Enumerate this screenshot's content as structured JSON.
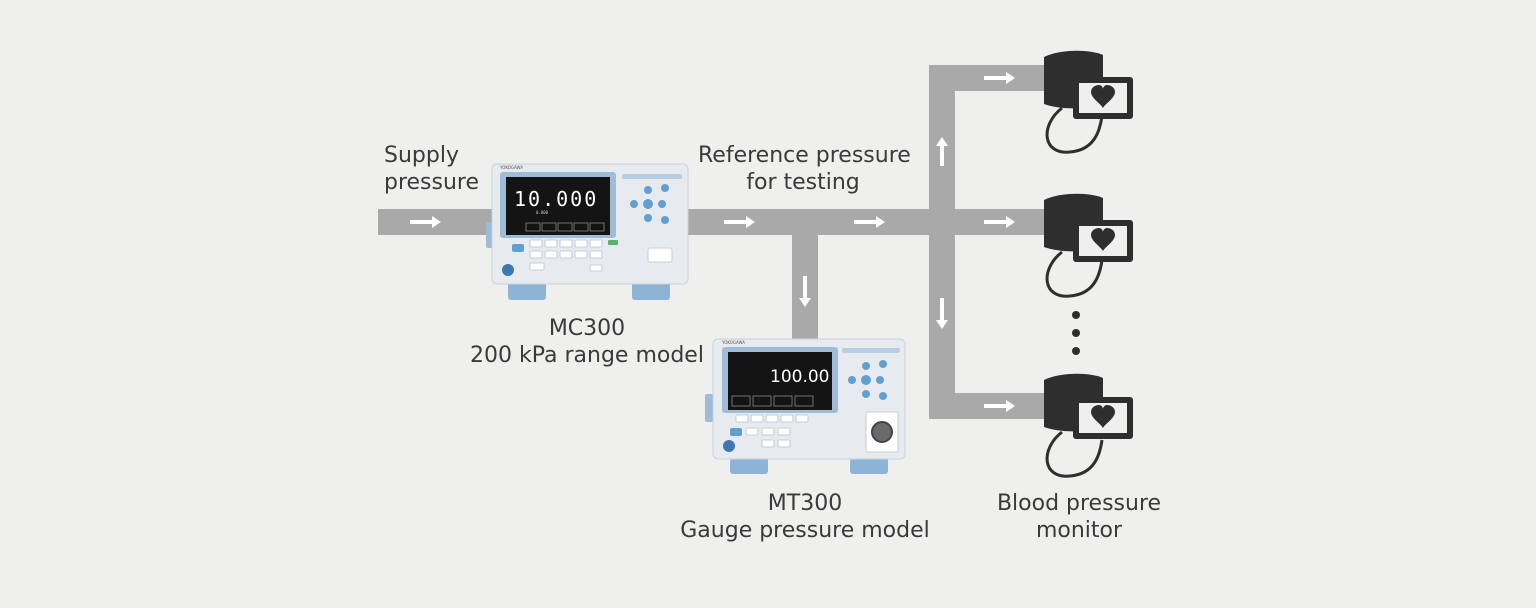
{
  "labels": {
    "supply": [
      "Supply",
      "pressure"
    ],
    "reference": [
      "Reference pressure",
      "for testing"
    ],
    "mc300": [
      "MC300",
      "200 kPa range model"
    ],
    "mt300": [
      "MT300",
      "Gauge pressure model"
    ],
    "bpm": [
      "Blood pressure",
      "monitor"
    ]
  },
  "devices": {
    "mc300": {
      "brand": "YOKOGAWA",
      "display": "10.000",
      "sub_reading": "0.000"
    },
    "mt300": {
      "brand": "YOKOGAWA",
      "display": "100.00"
    }
  },
  "colors": {
    "background": "#efefee",
    "pipe": "#a8a9a8",
    "arrow": "#ffffff",
    "monitor": "#2e2e2e",
    "text": "#3a3a3a",
    "device_body": "#e7ebef",
    "device_accent": "#8fb5d8"
  }
}
